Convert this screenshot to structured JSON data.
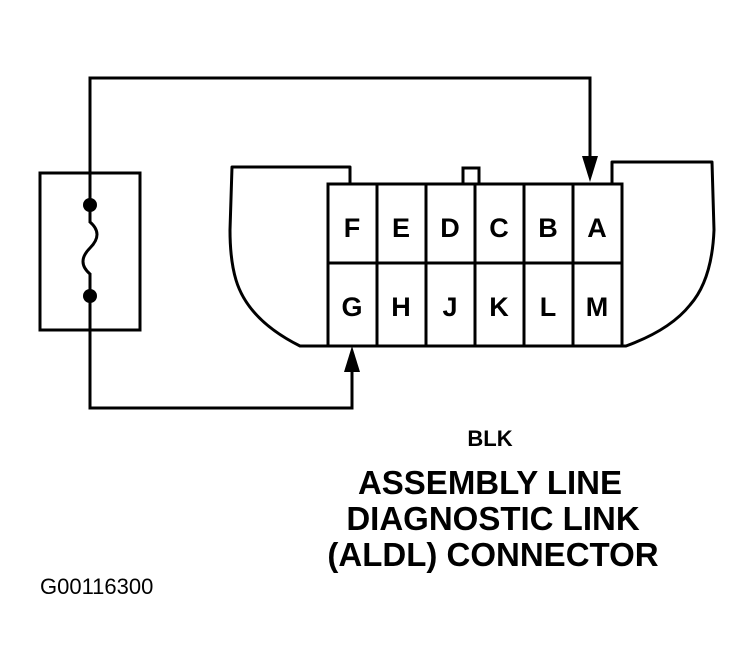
{
  "connector": {
    "pins_top": [
      "F",
      "E",
      "D",
      "C",
      "B",
      "A"
    ],
    "pins_bottom": [
      "G",
      "H",
      "J",
      "K",
      "L",
      "M"
    ],
    "color": "BLK"
  },
  "caption": {
    "line1": "ASSEMBLY LINE",
    "line2": "DIAGNOSTIC LINK",
    "line3": "(ALDL) CONNECTOR"
  },
  "figure_id": "G00116300"
}
